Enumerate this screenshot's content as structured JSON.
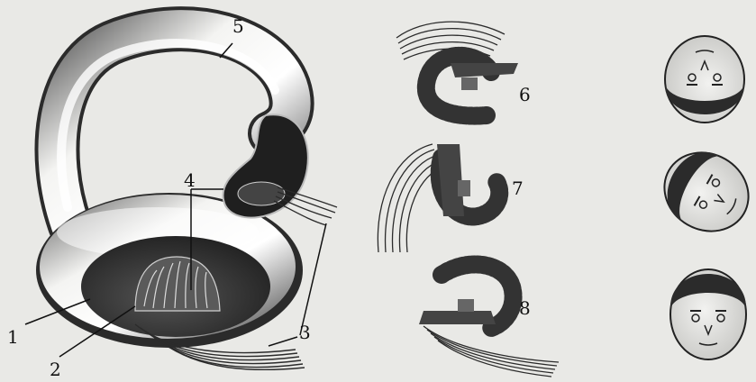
{
  "labels": {
    "l1": "1",
    "l2": "2",
    "l3": "3",
    "l4": "4",
    "l5": "5",
    "l6": "6",
    "l7": "7",
    "l8": "8"
  },
  "colors": {
    "paper": "#e9e9e6",
    "tube_dark": "#2e2e2e",
    "tube_light": "#f3f3f1",
    "cavity": "#2a2a2a",
    "hair": "#2b2b2b",
    "skin": "#d9d9d6"
  },
  "icons": [
    "face-upside-down-icon",
    "face-tilted-icon",
    "face-upright-icon"
  ]
}
